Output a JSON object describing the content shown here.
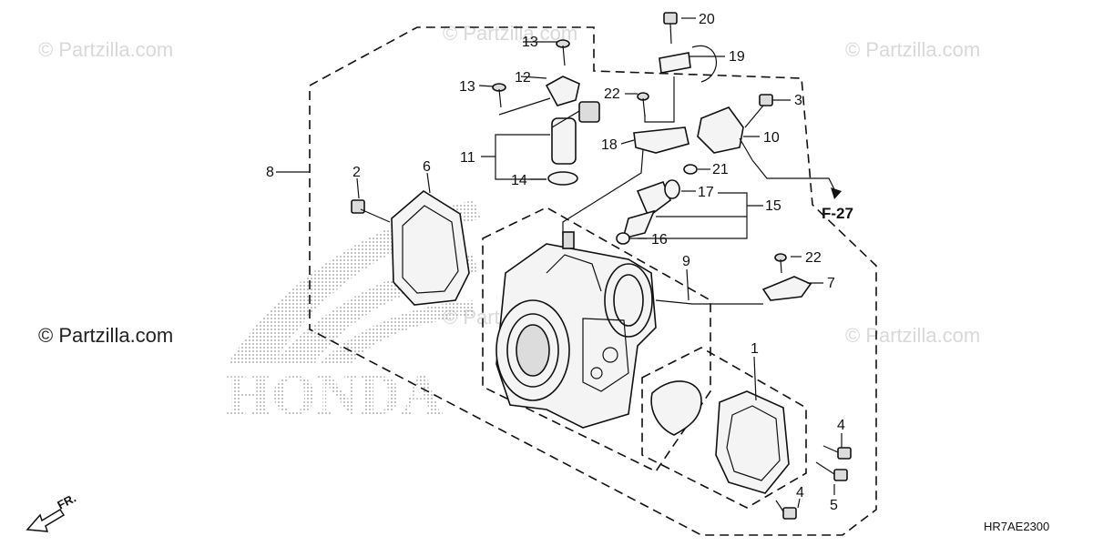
{
  "watermark": {
    "small": "© Partzilla.com",
    "main": "© Partzilla.com"
  },
  "brand": {
    "text": "HONDA"
  },
  "callouts": [
    "1",
    "2",
    "3",
    "4",
    "4",
    "5",
    "6",
    "7",
    "8",
    "9",
    "10",
    "11",
    "12",
    "13",
    "13",
    "14",
    "15",
    "16",
    "17",
    "18",
    "19",
    "20",
    "21",
    "22",
    "22"
  ],
  "reference": {
    "label": "F-27"
  },
  "diagram_code": "HR7AE2300",
  "direction": {
    "label": "FR."
  }
}
